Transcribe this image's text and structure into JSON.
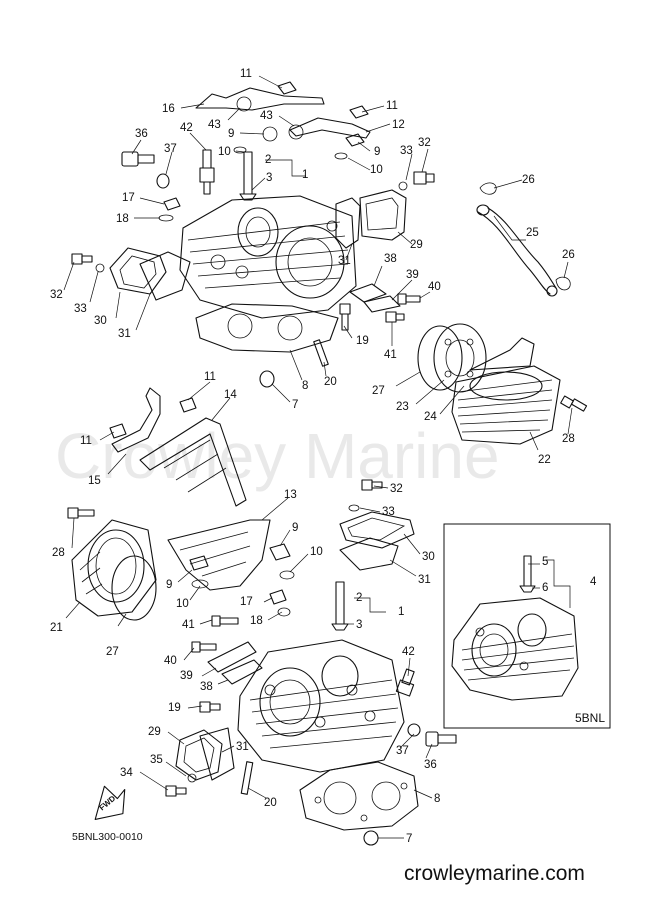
{
  "watermark": "Crowley Marine",
  "diagram_code": "5BNL300-0010",
  "website": "crowleymarine.com",
  "inset_label": "5BNL",
  "fwd_label": "FWD",
  "callouts": [
    {
      "id": "c11a",
      "text": "11"
    },
    {
      "id": "c16",
      "text": "16"
    },
    {
      "id": "c43a",
      "text": "43"
    },
    {
      "id": "c43b",
      "text": "43"
    },
    {
      "id": "c11b",
      "text": "11"
    },
    {
      "id": "c12a",
      "text": "12"
    },
    {
      "id": "c36a",
      "text": "36"
    },
    {
      "id": "c42a",
      "text": "42"
    },
    {
      "id": "c9a",
      "text": "9"
    },
    {
      "id": "c9b",
      "text": "9"
    },
    {
      "id": "c33a",
      "text": "33"
    },
    {
      "id": "c32a",
      "text": "32"
    },
    {
      "id": "c37a",
      "text": "37"
    },
    {
      "id": "c10a",
      "text": "10"
    },
    {
      "id": "c2a",
      "text": "2"
    },
    {
      "id": "c1a",
      "text": "1"
    },
    {
      "id": "c3a",
      "text": "3"
    },
    {
      "id": "c10b",
      "text": "10"
    },
    {
      "id": "c26a",
      "text": "26"
    },
    {
      "id": "c17a",
      "text": "17"
    },
    {
      "id": "c18a",
      "text": "18"
    },
    {
      "id": "c29a",
      "text": "29"
    },
    {
      "id": "c25",
      "text": "25"
    },
    {
      "id": "c26b",
      "text": "26"
    },
    {
      "id": "c31a",
      "text": "31"
    },
    {
      "id": "c38a",
      "text": "38"
    },
    {
      "id": "c39a",
      "text": "39"
    },
    {
      "id": "c40a",
      "text": "40"
    },
    {
      "id": "c32b",
      "text": "32"
    },
    {
      "id": "c33b",
      "text": "33"
    },
    {
      "id": "c30a",
      "text": "30"
    },
    {
      "id": "c31b",
      "text": "31"
    },
    {
      "id": "c19a",
      "text": "19"
    },
    {
      "id": "c41a",
      "text": "41"
    },
    {
      "id": "c27a",
      "text": "27"
    },
    {
      "id": "c23",
      "text": "23"
    },
    {
      "id": "c24",
      "text": "24"
    },
    {
      "id": "c8a",
      "text": "8"
    },
    {
      "id": "c20a",
      "text": "20"
    },
    {
      "id": "c7a",
      "text": "7"
    },
    {
      "id": "c11c",
      "text": "11"
    },
    {
      "id": "c14",
      "text": "14"
    },
    {
      "id": "c28a",
      "text": "28"
    },
    {
      "id": "c11d",
      "text": "11"
    },
    {
      "id": "c22",
      "text": "22"
    },
    {
      "id": "c15",
      "text": "15"
    },
    {
      "id": "c32c",
      "text": "32"
    },
    {
      "id": "c13",
      "text": "13"
    },
    {
      "id": "c33c",
      "text": "33"
    },
    {
      "id": "c28b",
      "text": "28"
    },
    {
      "id": "c9c",
      "text": "9"
    },
    {
      "id": "c10c",
      "text": "10"
    },
    {
      "id": "c30b",
      "text": "30"
    },
    {
      "id": "c31c",
      "text": "31"
    },
    {
      "id": "c9d",
      "text": "9"
    },
    {
      "id": "c10d",
      "text": "10"
    },
    {
      "id": "c5",
      "text": "5"
    },
    {
      "id": "c6",
      "text": "6"
    },
    {
      "id": "c4",
      "text": "4"
    },
    {
      "id": "c17b",
      "text": "17"
    },
    {
      "id": "c2b",
      "text": "2"
    },
    {
      "id": "c1b",
      "text": "1"
    },
    {
      "id": "c18b",
      "text": "18"
    },
    {
      "id": "c3b",
      "text": "3"
    },
    {
      "id": "c21",
      "text": "21"
    },
    {
      "id": "c27b",
      "text": "27"
    },
    {
      "id": "c41b",
      "text": "41"
    },
    {
      "id": "c40b",
      "text": "40"
    },
    {
      "id": "c39b",
      "text": "39"
    },
    {
      "id": "c42b",
      "text": "42"
    },
    {
      "id": "c38b",
      "text": "38"
    },
    {
      "id": "c19b",
      "text": "19"
    },
    {
      "id": "c29b",
      "text": "29"
    },
    {
      "id": "c31d",
      "text": "31"
    },
    {
      "id": "c37b",
      "text": "37"
    },
    {
      "id": "c36b",
      "text": "36"
    },
    {
      "id": "c35",
      "text": "35"
    },
    {
      "id": "c34",
      "text": "34"
    },
    {
      "id": "c8b",
      "text": "8"
    },
    {
      "id": "c20b",
      "text": "20"
    },
    {
      "id": "c7b",
      "text": "7"
    }
  ]
}
